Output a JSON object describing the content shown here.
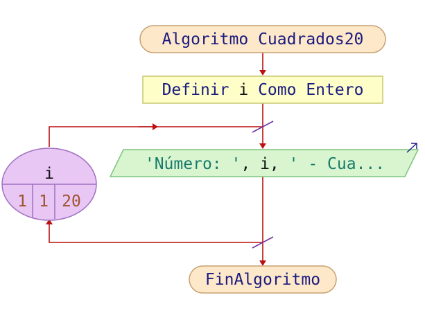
{
  "start": {
    "keyword": "Algoritmo",
    "name": "Cuadrados20"
  },
  "define": {
    "keyword1": "Definir",
    "var": "i",
    "keyword2": "Como",
    "type": "Entero"
  },
  "loop": {
    "var": "i",
    "start": "1",
    "step": "1",
    "end": "20"
  },
  "output": {
    "s1": "'Número: '",
    "sep1": ",",
    "var": "i",
    "sep2": ",",
    "s2": "' - Cua..."
  },
  "end": {
    "keyword": "FinAlgoritmo"
  },
  "colors": {
    "arrow": "#bb1111",
    "terminal_fill": "#fde9c9",
    "terminal_stroke": "#c8a070",
    "process_fill": "#fefec8",
    "process_stroke": "#c8c870",
    "io_fill": "#d8f5d0",
    "io_stroke": "#7cc47c",
    "loop_fill": "#e8c7f5",
    "loop_stroke": "#a070c0"
  }
}
